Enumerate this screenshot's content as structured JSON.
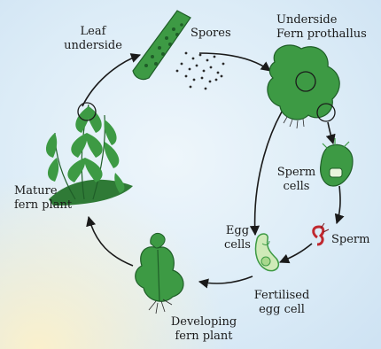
{
  "labels": {
    "leaf_underside": [
      "Leaf",
      "underside"
    ],
    "spores": "Spores",
    "underside_prothallus": [
      "Underside",
      "Fern prothallus"
    ],
    "sperm_cells": [
      "Sperm",
      "cells"
    ],
    "sperm": "Sperm",
    "egg_cells": [
      "Egg",
      "cells"
    ],
    "fertilised_egg": [
      "Fertilised",
      "egg cell"
    ],
    "developing_plant": [
      "Developing",
      "fern plant"
    ],
    "mature_plant": [
      "Mature",
      "fern plant"
    ]
  },
  "colors": {
    "plant_green": "#3d9a44",
    "plant_dark": "#1f5e28",
    "background_blue": "#dfeef8",
    "arrow": "#1a1a1a",
    "sperm_red": "#c0282f",
    "egg_cell_green": "#cfeab8"
  }
}
